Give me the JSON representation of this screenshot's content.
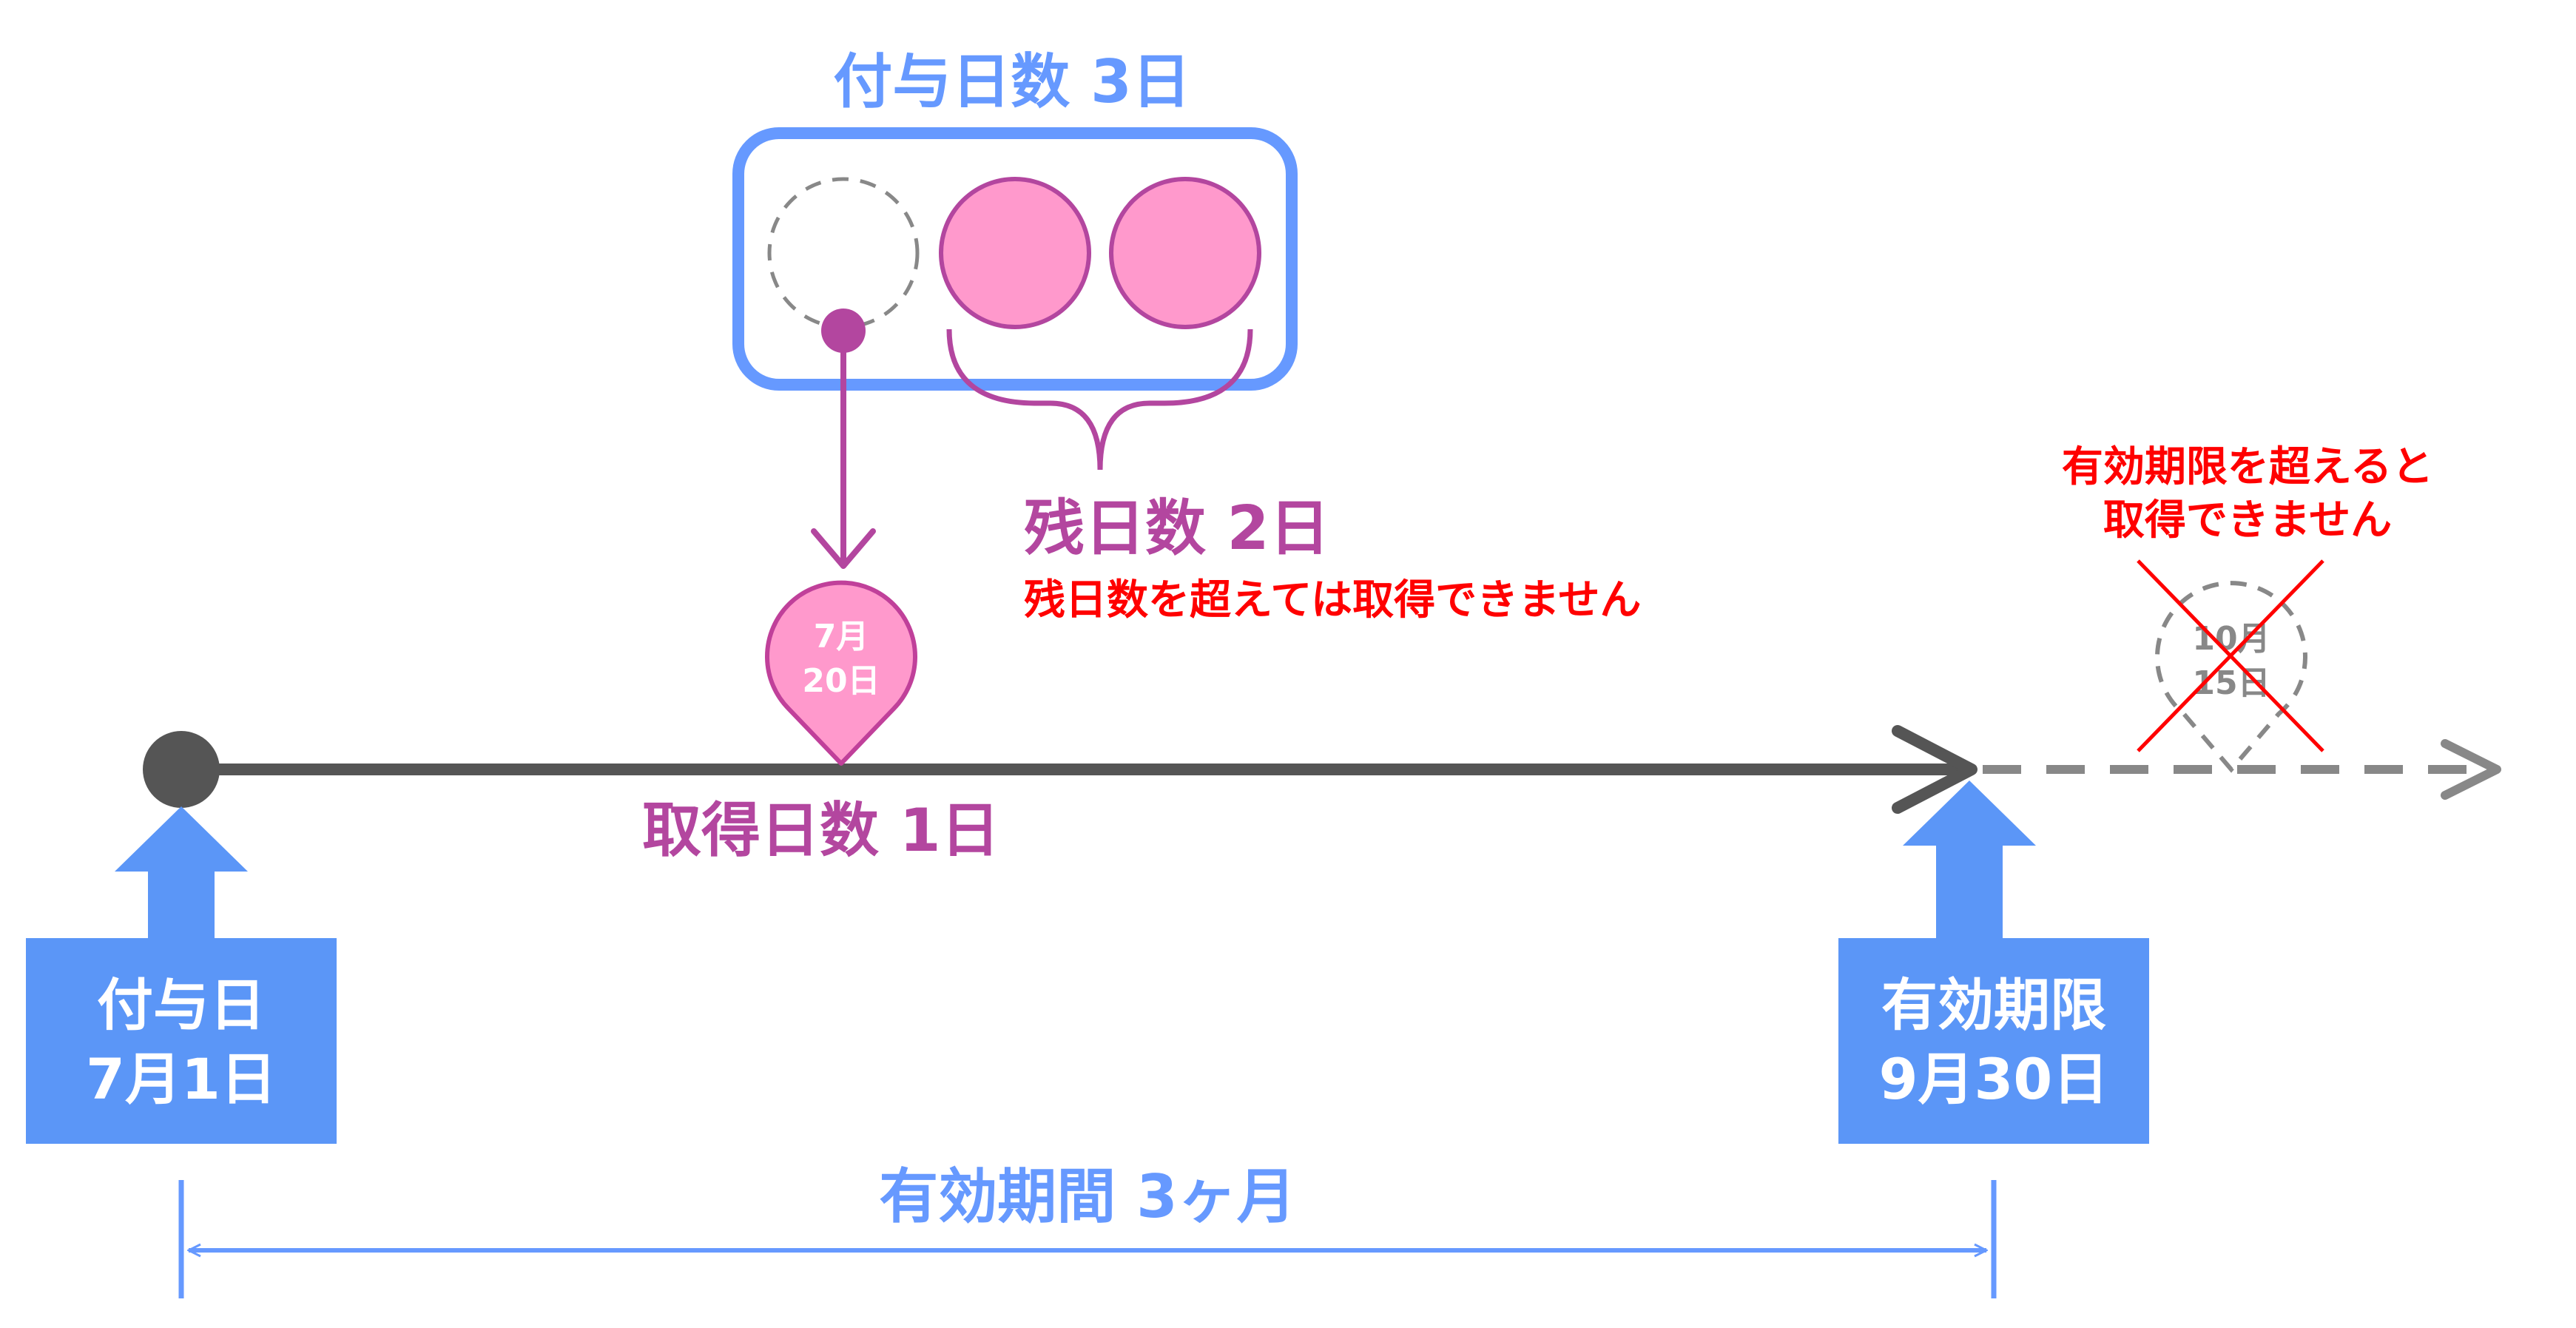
{
  "grant": {
    "title": "付与日数 3日",
    "days_total": 3,
    "days_used": 1
  },
  "remaining": {
    "title": "残日数 2日",
    "note": "残日数を超えては取得できません"
  },
  "taken": {
    "title": "取得日数 1日",
    "pin_line1": "7月",
    "pin_line2": "20日"
  },
  "grant_date": {
    "line1": "付与日",
    "line2": "7月1日"
  },
  "expiry": {
    "line1": "有効期限",
    "line2": "9月30日"
  },
  "expired": {
    "note_line1": "有効期限を超えると",
    "note_line2": "取得できません",
    "line1": "10月",
    "line2": "15日"
  },
  "period": {
    "label": "有効期間 3ヶ月"
  },
  "colors": {
    "blue": "#6699ff",
    "box_blue": "#5b96f7",
    "magenta": "#b3469f",
    "pink_fill": "#ff99cc",
    "pink_stroke": "#c0409a",
    "red": "#ff0000",
    "dark_gray": "#555555",
    "gray": "#888888"
  }
}
